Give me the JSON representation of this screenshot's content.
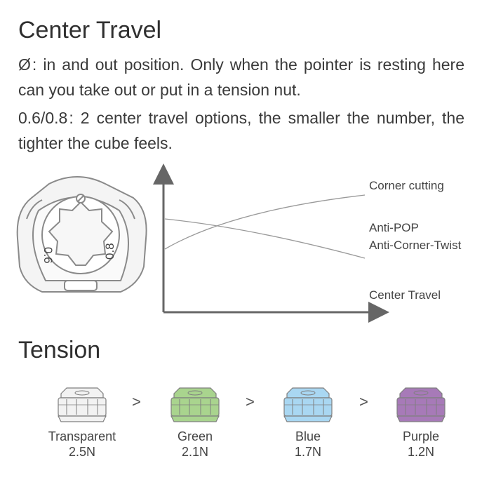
{
  "center_travel": {
    "title": "Center Travel",
    "p1_symbol": "Ø",
    "p1_text": ": in and out position. Only when the pointer is resting here can you take out or put in a tension nut.",
    "p2_symbol": "0.6/0.8",
    "p2_text": ": 2 center travel options, the smaller the number, the tighter the cube feels.",
    "dial_labels": {
      "left": "0.6",
      "right": "0.8"
    },
    "chart": {
      "label_top": "Corner cutting",
      "label_mid_1": "Anti-POP",
      "label_mid_2": "Anti-Corner-Twist",
      "x_label": "Center Travel"
    }
  },
  "tension": {
    "title": "Tension",
    "separator": ">",
    "nuts": [
      {
        "name": "Transparent",
        "value": "2.5N",
        "color": "#f2f2f2"
      },
      {
        "name": "Green",
        "value": "2.1N",
        "color": "#a9d48e"
      },
      {
        "name": "Blue",
        "value": "1.7N",
        "color": "#a9d7f2"
      },
      {
        "name": "Purple",
        "value": "1.2N",
        "color": "#a77ab8"
      }
    ]
  },
  "chart_data": {
    "type": "line",
    "xlabel": "Center Travel",
    "series": [
      {
        "name": "Corner cutting",
        "trend": "increasing"
      },
      {
        "name": "Anti-POP / Anti-Corner-Twist",
        "trend": "decreasing"
      }
    ]
  }
}
